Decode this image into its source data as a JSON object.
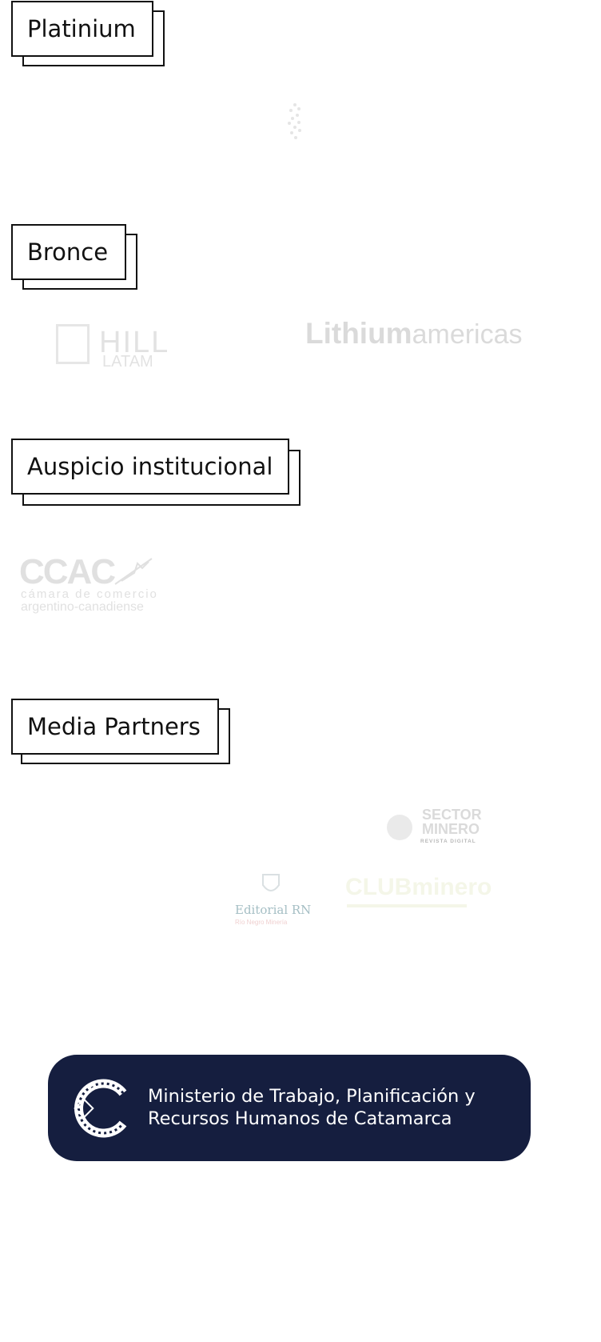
{
  "sections": {
    "platinium": {
      "label": "Platinium"
    },
    "bronce": {
      "label": "Bronce"
    },
    "auspicio": {
      "label": "Auspicio institucional"
    },
    "media": {
      "label": "Media Partners"
    }
  },
  "logos": {
    "bronce_1": {
      "name": "HILL",
      "sub": "LATAM"
    },
    "bronce_2": {
      "word1": "Lithium",
      "word2": "americas"
    },
    "ccac": {
      "abbr": "CCAC",
      "line1": "cámara de comercio",
      "line2": "argentino-canadiense"
    },
    "sector_minero": {
      "line1": "SECTOR",
      "line2": "MINERO",
      "line3": "REVISTA DIGITAL"
    },
    "editorial_rn": {
      "name": "Editorial RN",
      "sub": "Río Negro Minería"
    },
    "clubminero": {
      "name": "CLUBminero"
    }
  },
  "ministry": {
    "line1": "Ministerio de Trabajo, Planificación y",
    "line2": "Recursos Humanos de Catamarca",
    "bg_color": "#151e3f"
  }
}
